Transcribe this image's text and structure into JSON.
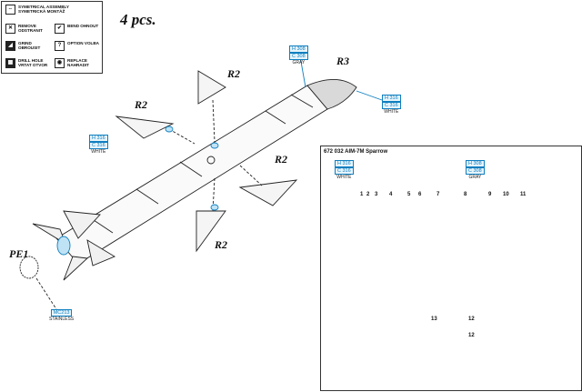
{
  "legend": {
    "items": [
      {
        "icon": "mirror-icon",
        "glyph": "⇔",
        "text": "SYMETRICAL ASSEMBLY SYMETRICKÁ MONTÁŽ"
      },
      {
        "icon": "remove-icon",
        "glyph": "✕",
        "text": "REMOVE ODSTRANIT"
      },
      {
        "icon": "bend-icon",
        "glyph": "✔",
        "text": "BEND OHNOUT"
      },
      {
        "icon": "grind-icon",
        "glyph": "◢",
        "text": "GRIND OBROUSIT"
      },
      {
        "icon": "option-icon",
        "glyph": "?",
        "text": "OPTION VOLBA"
      },
      {
        "icon": "drill-icon",
        "glyph": "▦",
        "text": "DRILL HOLE VRTAT OTVOR"
      },
      {
        "icon": "replace-icon",
        "glyph": "◉",
        "text": "REPLACE NAHRADIT"
      }
    ]
  },
  "quantity": "4 pcs.",
  "part_labels": {
    "r2": "R2",
    "r3": "R3",
    "pe1": "PE1"
  },
  "paints": {
    "gray_main": {
      "h": "H 308",
      "c": "C 308",
      "name": "GRAY"
    },
    "white_nose": {
      "h": "H 316",
      "c": "C 316",
      "name": "WHITE"
    },
    "white_fin": {
      "h": "H 316",
      "c": "C 316",
      "name": "WHITE"
    },
    "stainless": {
      "code": "MC213",
      "name": "STAINLESS"
    },
    "inset_white": {
      "h": "H 316",
      "c": "C 316",
      "name": "WHITE"
    },
    "inset_gray": {
      "h": "H 308",
      "c": "C 308",
      "name": "GRAY"
    }
  },
  "inset": {
    "title": "672 032 AIM-7M Sparrow",
    "top_numbers": [
      "1",
      "2",
      "3",
      "4",
      "5",
      "6",
      "7",
      "8",
      "9",
      "10",
      "11"
    ],
    "mid_numbers": [
      "13",
      "12"
    ],
    "bottom_numbers": [
      "12"
    ]
  },
  "colors": {
    "paint_blue": "#0f7fbf",
    "brown_band": "#b5654a",
    "yellow_band": "#e6c21a",
    "body_gray": "#d6d6d6"
  }
}
